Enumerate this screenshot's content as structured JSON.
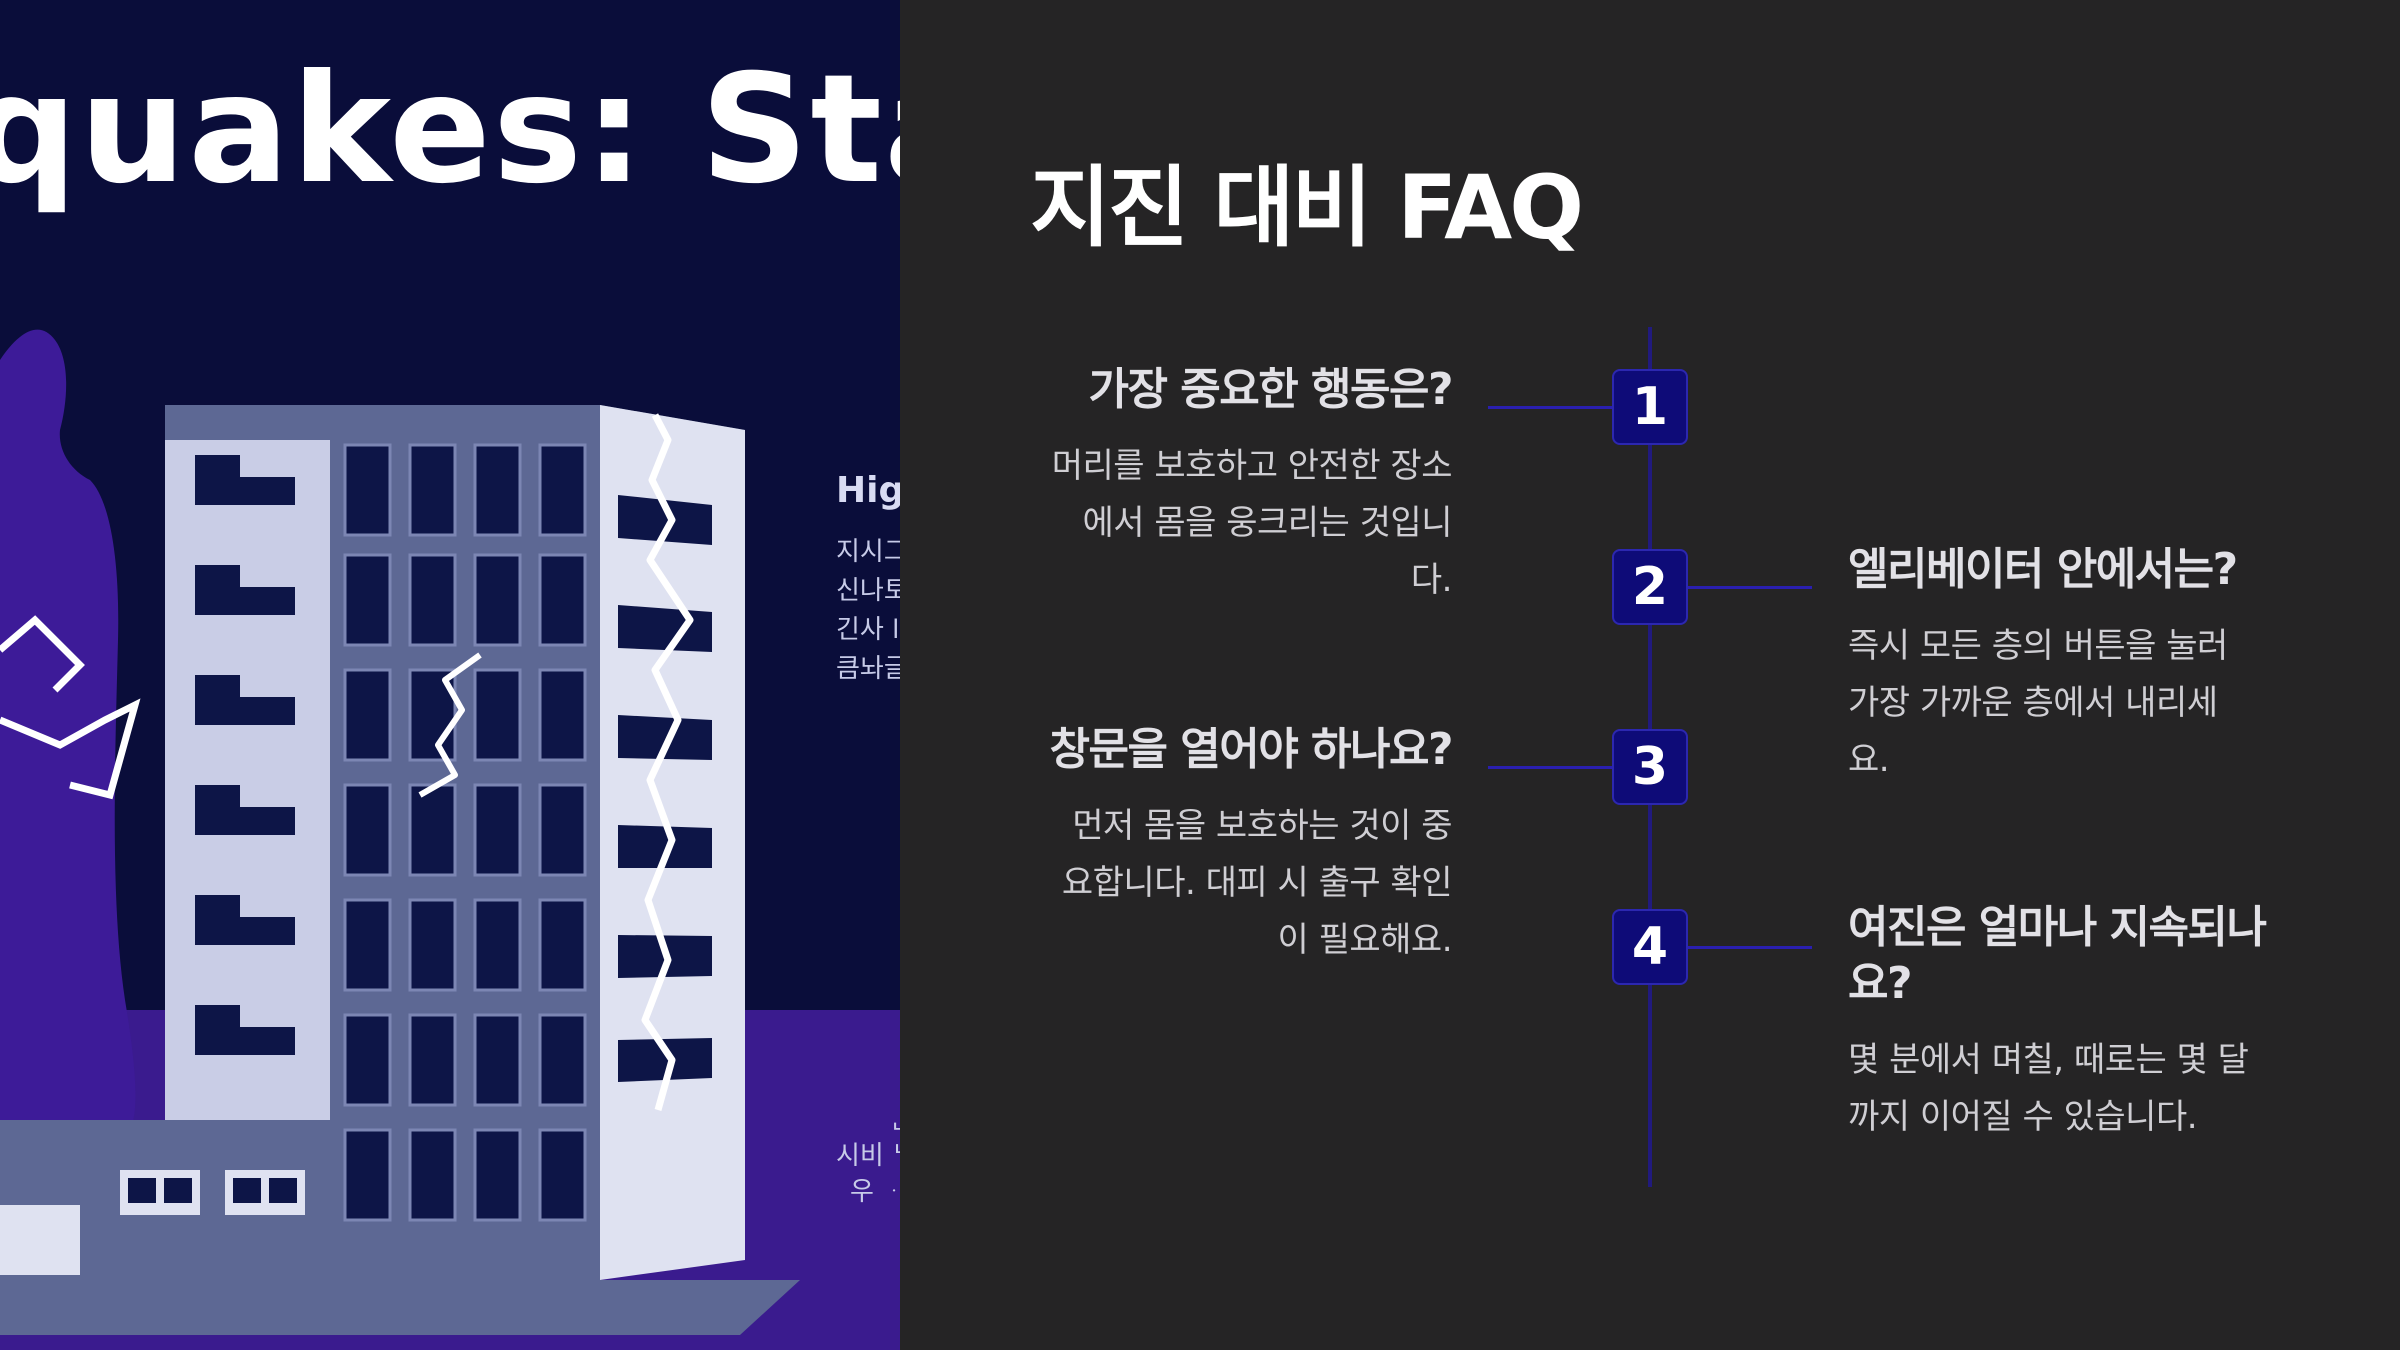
{
  "illustration": {
    "title": "quakes: Sta",
    "side_caption_heading": "Hig",
    "side_caption_lines": [
      "지시그",
      "신나토",
      "긴사 l",
      "큼놔글"
    ],
    "bottom_caption_lines": [
      "ᆫ",
      "시비 ᄂ",
      "우 ᆞ"
    ],
    "colors": {
      "background": "#0a0d3a",
      "building": "#c9cde6",
      "silhouette": "#3a1a8c"
    }
  },
  "faq": {
    "title": "지진 대비 FAQ",
    "items": [
      {
        "number": "1",
        "question": "가장 중요한 행동은?",
        "answer_lines": [
          "머리를 보호하고 안전한 장소",
          "에서 몸을 웅크리는 것입니",
          "다."
        ]
      },
      {
        "number": "2",
        "question": "엘리베이터 안에서는?",
        "answer_lines": [
          "즉시 모든 층의 버튼을 눌러",
          "가장 가까운 층에서 내리세",
          "요."
        ]
      },
      {
        "number": "3",
        "question": "창문을 열어야 하나요?",
        "answer_lines": [
          "먼저 몸을 보호하는 것이 중",
          "요합니다. 대피 시 출구 확인",
          "이 필요해요."
        ]
      },
      {
        "number": "4",
        "question_lines": [
          "여진은 얼마나 지속되나",
          "요?"
        ],
        "answer_lines": [
          "몇 분에서 며칠, 때로는 몇 달",
          "까지 이어질 수 있습니다."
        ]
      }
    ],
    "colors": {
      "panel_bg": "#252425",
      "timeline": "#211a7e",
      "badge_bg": "#0e0b78",
      "text": "#e2e1e6"
    }
  }
}
